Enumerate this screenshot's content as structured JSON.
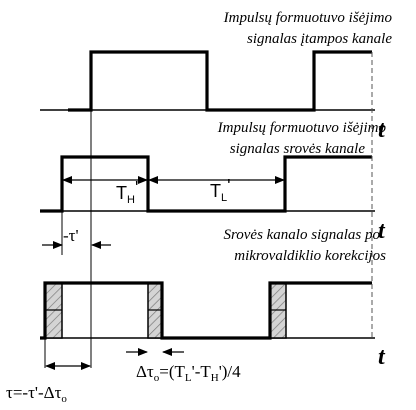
{
  "titles": {
    "voltage_line1": "Impulsų formuotuvo išėjimo",
    "voltage_line2": "signalas įtampos kanale",
    "current_line1": "Impulsų formuotuvo išėjimo",
    "current_line2": "signalas srovės kanale",
    "corrected_line1": "Srovės kanalo signalas po",
    "corrected_line2": "mikrovaldiklio korekcijos"
  },
  "axis_labels": {
    "time_1": "t",
    "time_2": "t",
    "time_3": "t"
  },
  "measurements": {
    "t_high": "T",
    "t_high_sub": "H",
    "t_high_prime": "'",
    "t_low": "T",
    "t_low_sub": "L",
    "t_low_prime": "'",
    "tau_prime": "-τ'"
  },
  "formulas": {
    "delta_tau": "Δτ",
    "delta_tau_sub": "o",
    "delta_tau_rhs": "=(T",
    "delta_tau_l": "L",
    "delta_tau_mid": "'-T",
    "delta_tau_h": "H",
    "delta_tau_end": "')/4",
    "tau_lhs": "τ=-τ'-Δτ",
    "tau_sub": "o"
  },
  "colors": {
    "hatch_fill": "#d0d0d0",
    "line": "#000000",
    "background": "#ffffff"
  }
}
